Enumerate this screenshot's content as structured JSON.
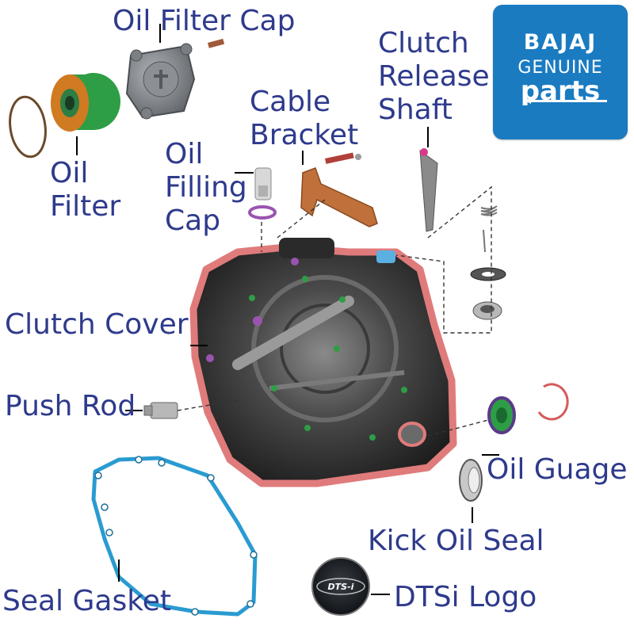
{
  "brand_badge": {
    "brand": "BAJAJ",
    "genuine": "GENUINE",
    "parts": "parts",
    "color": "#1a7bc1"
  },
  "labels": {
    "oil_filter_cap": "Oil Filter Cap",
    "oil_filter": [
      "Oil",
      "Filter"
    ],
    "clutch_release_shaft": [
      "Clutch",
      "Release",
      "Shaft"
    ],
    "cable_bracket": [
      "Cable",
      "Bracket"
    ],
    "oil_filling_cap": [
      "Oil",
      "Filling",
      "Cap"
    ],
    "clutch_cover": "Clutch Cover",
    "push_rod": "Push Rod",
    "oil_guage": "Oil Guage",
    "kick_oil_seal": "Kick Oil Seal",
    "seal_gasket": "Seal Gasket",
    "dtsi_logo": "DTSi Logo"
  },
  "colors": {
    "label_text": "#2e3a8c",
    "cover_gasket": "#e07b7b",
    "seal_gasket": "#2a9bd1",
    "cover_body": "#2b2b2b",
    "bracket": "#c0703a",
    "filter_green": "#2e9e46",
    "filter_orange": "#d07a22"
  }
}
